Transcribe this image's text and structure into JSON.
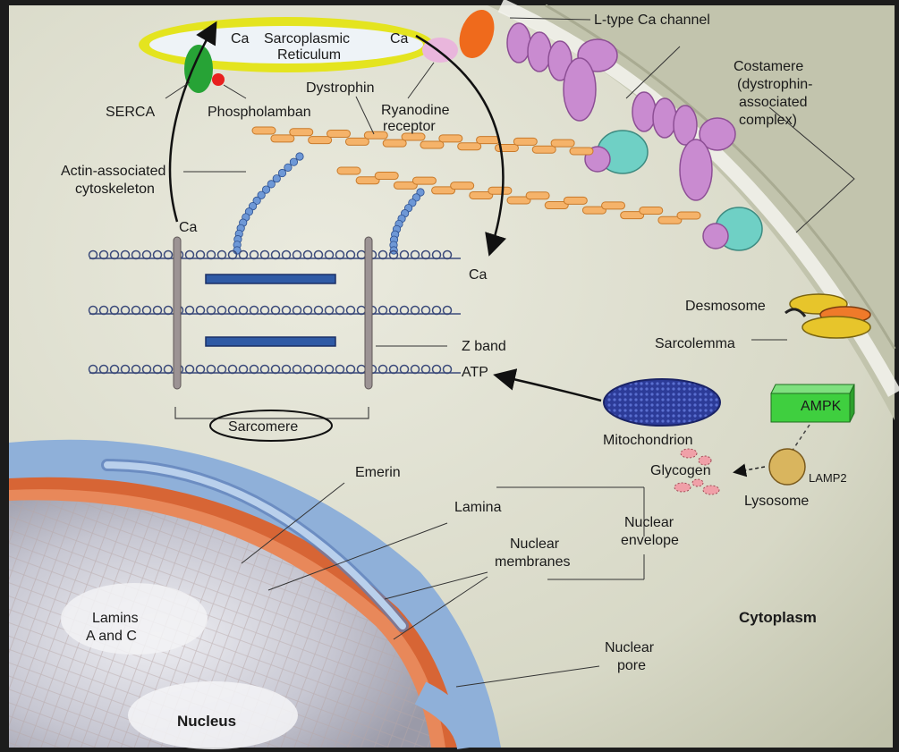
{
  "labels": {
    "ca_left": "Ca",
    "sr_line1": "Sarcoplasmic",
    "sr_line2": "Reticulum",
    "ca_right": "Ca",
    "l_type": "L-type Ca channel",
    "costamere_1": "Costamere",
    "costamere_2": "(dystrophin-",
    "costamere_3": "associated",
    "costamere_4": "complex)",
    "serca": "SERCA",
    "phospholamban": "Phospholamban",
    "dystrophin": "Dystrophin",
    "ryanodine_1": "Ryanodine",
    "ryanodine_2": "receptor",
    "actin_1": "Actin-associated",
    "actin_2": "cytoskeleton",
    "ca_upper_left": "Ca",
    "ca_right_lower": "Ca",
    "desmosome": "Desmosome",
    "sarcolemma": "Sarcolemma",
    "z_band": "Z band",
    "atp": "ATP",
    "sarcomere": "Sarcomere",
    "mitochondrion": "Mitochondrion",
    "ampk": "AMPK",
    "glycogen": "Glycogen",
    "lamp2": "LAMP2",
    "lysosome": "Lysosome",
    "emerin": "Emerin",
    "lamina": "Lamina",
    "nuclear_membranes_1": "Nuclear",
    "nuclear_membranes_2": "membranes",
    "nuclear_envelope_1": "Nuclear",
    "nuclear_envelope_2": "envelope",
    "lamins_1": "Lamins",
    "lamins_2": "A and C",
    "cytoplasm": "Cytoplasm",
    "nuclear_pore_1": "Nuclear",
    "nuclear_pore_2": "pore",
    "nucleus": "Nucleus"
  },
  "colors": {
    "frame": "#2b2b2b",
    "cytoplasm_bg": "#dcdccf",
    "membrane_band": "#c9cab6",
    "sr_ring": "#e4e41f",
    "serca": "#27a336",
    "phospholamban": "#e8201f",
    "l_type": "#ef6a1c",
    "ryanodine": "#e9b6dc",
    "costamere": "#c98bd0",
    "costamere_teal": "#6fd0c5",
    "dystrophin": "#f5b36a",
    "actin_bead": "#6e98d6",
    "myofilament": "#3b4a7a",
    "thick_filament": "#2f5aa5",
    "mitochondrion": "#3246a6",
    "ampk": "#3fcf3f",
    "lysosome": "#d9b55e",
    "glycogen": "#f0a0a8",
    "nuclear_membrane": "#8fb0d9",
    "nuclear_lamina": "#d76535",
    "nucleus": "#c9c9cf",
    "desmosome": "#e7c52b"
  }
}
